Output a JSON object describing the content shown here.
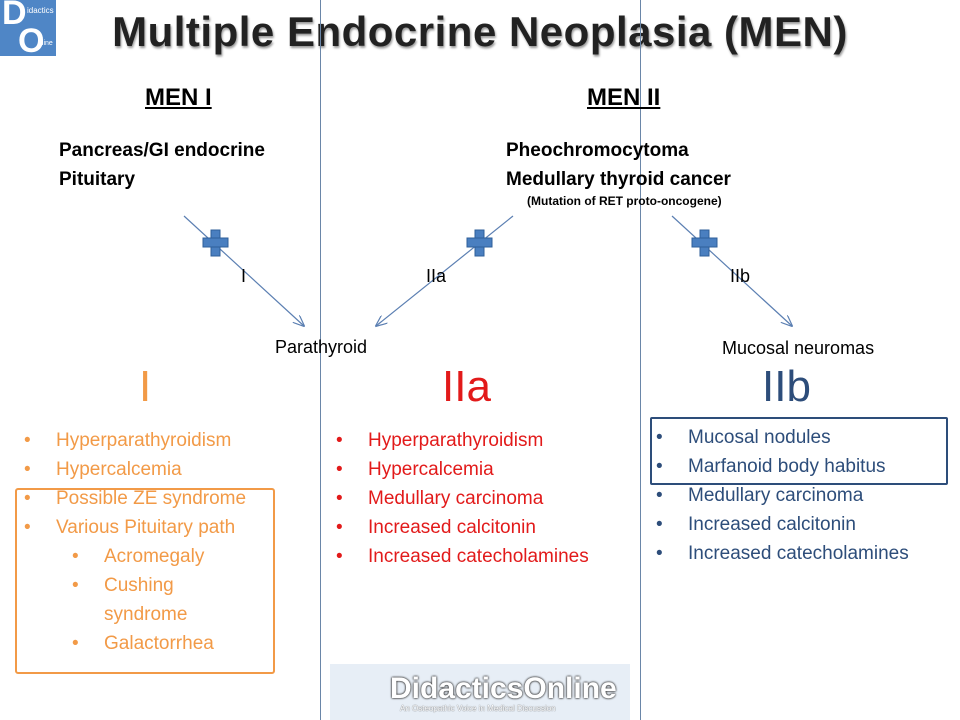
{
  "logo": {
    "letter_d": "D",
    "letter_o": "O",
    "small_top": "idactics",
    "small_bottom": "nline"
  },
  "title": "Multiple Endocrine Neoplasia (MEN)",
  "men1": {
    "heading": "MEN I",
    "lines": [
      "Pancreas/GI endocrine",
      "Pituitary"
    ]
  },
  "men2": {
    "heading": "MEN II",
    "lines": [
      "Pheochromocytoma",
      "Medullary thyroid cancer"
    ],
    "note": "(Mutation of RET proto-oncogene)"
  },
  "arrow_labels": {
    "i": "I",
    "iia": "IIa",
    "iib": "IIb"
  },
  "targets": {
    "parathyroid": "Parathyroid",
    "mucosal": "Mucosal neuromas"
  },
  "col_i": {
    "letter": "I",
    "items": [
      "Hyperparathyroidism",
      "Hypercalcemia",
      "Possible ZE syndrome",
      "Various Pituitary path"
    ],
    "subitems": [
      "Acromegaly",
      "Cushing syndrome",
      "Galactorrhea"
    ]
  },
  "col_iia": {
    "letter": "IIa",
    "items": [
      "Hyperparathyroidism",
      "Hypercalcemia",
      "Medullary carcinoma",
      "Increased calcitonin",
      "Increased catecholamines"
    ]
  },
  "col_iib": {
    "letter": "IIb",
    "items": [
      "Mucosal nodules",
      "Marfanoid body habitus",
      "Medullary carcinoma",
      "Increased calcitonin",
      "Increased catecholamines"
    ]
  },
  "footer": {
    "name": "DidacticsOnline",
    "tagline": "An Osteopathic Voice in Medical Discussion"
  },
  "colors": {
    "orange": "#f29a47",
    "red": "#e21a1a",
    "blue": "#2d4d7a",
    "plus": "#4a7fc0",
    "arrow": "#5b7fb2"
  }
}
